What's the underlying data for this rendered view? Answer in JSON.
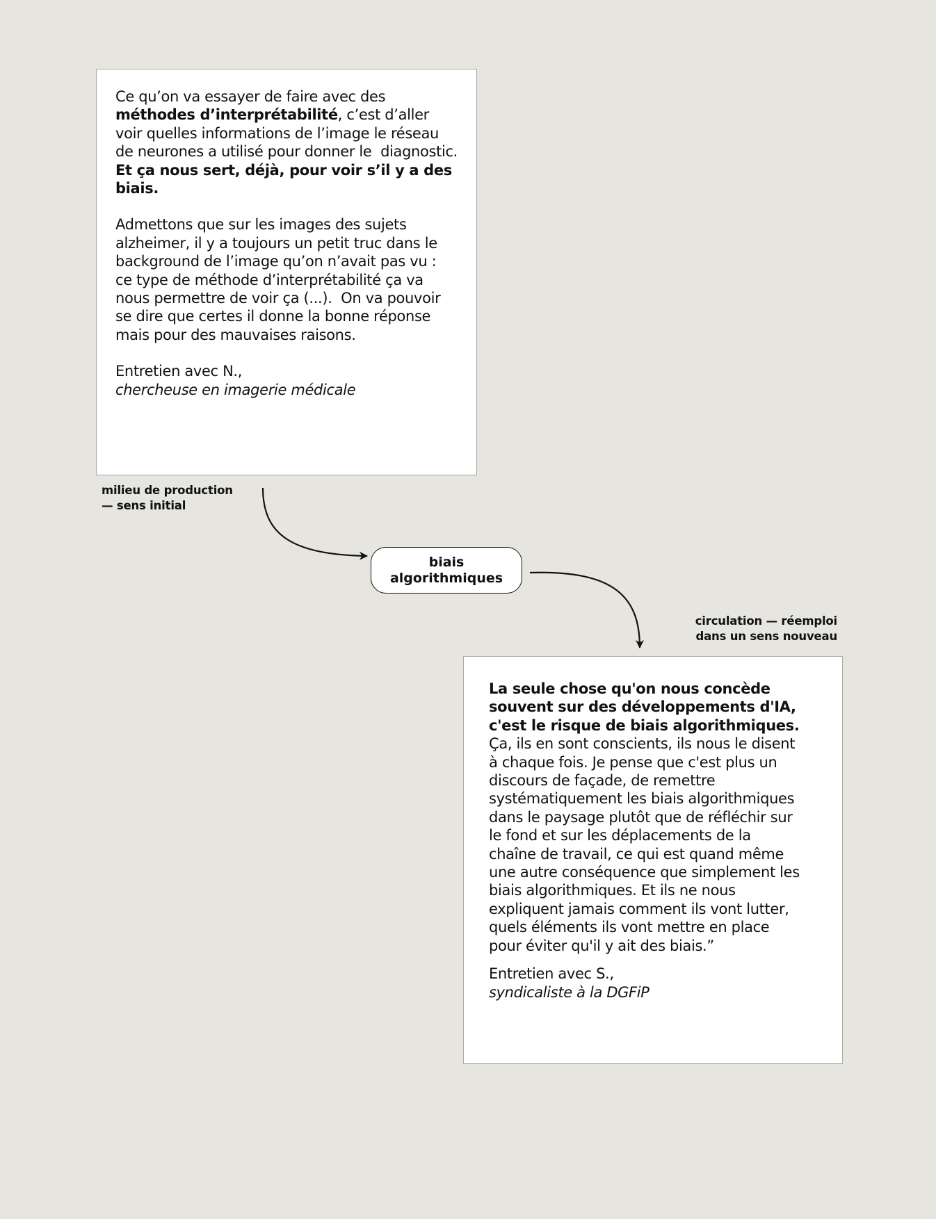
{
  "quote_top": {
    "p1": {
      "a": "Ce qu’on va essayer de faire avec des ",
      "b": "méthodes d’interprétabilité",
      "c": ", c’est d’aller voir quelles informations de l’image le réseau de neurones a utilisé pour donner le  diagnostic. ",
      "d": "Et ça nous sert, déjà, pour voir s’il y a des biais."
    },
    "p2": "Admettons que sur les images des sujets alzheimer, il y a toujours un petit truc dans le background de l’image qu’on n’avait pas vu : ce type de méthode d’interprétabilité ça va nous permettre de voir ça (...).  On va pouvoir se dire que certes il donne la bonne réponse mais pour des mauvaises raisons.",
    "source": "Entretien avec N.,",
    "role": "chercheuse en imagerie médicale"
  },
  "label_left": {
    "line1": "milieu de production",
    "line2": "— sens initial"
  },
  "theme_node": "biais algorithmiques",
  "label_right": {
    "line1": "circulation — réemploi",
    "line2": "dans un sens nouveau"
  },
  "quote_bottom": {
    "p1_bold": "La seule chose qu'on nous concède souvent sur des développements d'IA, c'est le risque de biais algorithmiques.",
    "p1_rest": " Ça, ils en sont conscients, ils nous le disent à chaque fois. Je pense que c'est plus un discours de façade, de remettre systématiquement les biais algorithmiques dans le paysage plutôt que de réfléchir sur le fond et sur les déplacements de la chaîne de travail, ce qui est quand même une autre conséquence que simplement les biais algorithmiques. Et ils ne nous expliquent jamais comment ils vont lutter, quels éléments ils vont mettre en place pour éviter qu'il y ait des biais.”",
    "source": "Entretien avec S.,",
    "role": "syndicaliste à la DGFiP"
  },
  "colors": {
    "background": "#e6e5e0",
    "box": "#ffffff",
    "box_border": "#a9a9a6",
    "ink": "#111111"
  }
}
